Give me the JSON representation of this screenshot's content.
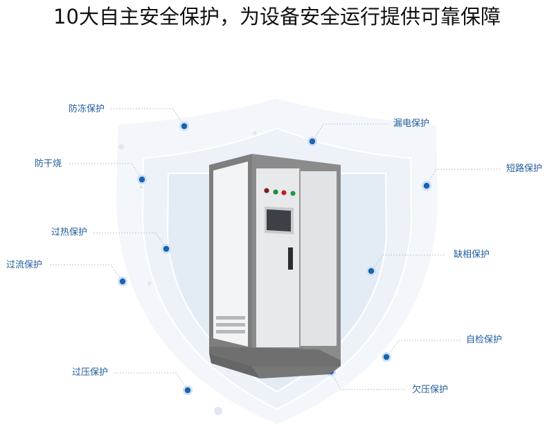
{
  "header": {
    "title": "10大自主安全保护，为设备安全运行提供可靠保障"
  },
  "colors": {
    "accent": "#1a63b0",
    "label": "#1e5b9c",
    "shield_outer": "#f3f7fb",
    "shield_inner": "#e6eef6",
    "cabinet_frame": "#858585",
    "cabinet_panel": "#e9eaec"
  },
  "features": [
    {
      "id": "antifreeze",
      "label": "防冻保护"
    },
    {
      "id": "dry-burn",
      "label": "防干烧"
    },
    {
      "id": "overheat",
      "label": "过热保护"
    },
    {
      "id": "overcurrent",
      "label": "过流保护"
    },
    {
      "id": "overvoltage",
      "label": "过压保护"
    },
    {
      "id": "leakage",
      "label": "漏电保护"
    },
    {
      "id": "short-circuit",
      "label": "短路保护"
    },
    {
      "id": "phase-loss",
      "label": "缺相保护"
    },
    {
      "id": "self-check",
      "label": "自检保护"
    },
    {
      "id": "undervoltage",
      "label": "欠压保护"
    }
  ],
  "cabinet": {
    "indicator_lights": [
      "red",
      "green",
      "red",
      "green"
    ]
  }
}
